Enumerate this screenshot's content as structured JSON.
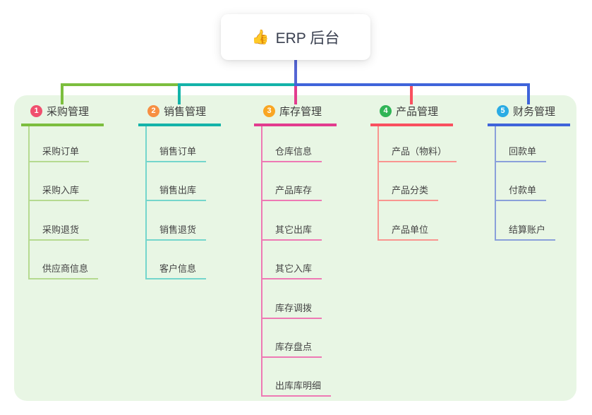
{
  "root": {
    "icon": "👍",
    "label": "ERP 后台"
  },
  "canvas": {
    "background": "#ffffff",
    "panel_color": "#e8f6e4",
    "trunk_color": "#5465d4"
  },
  "branches": [
    {
      "badge": "1",
      "label": "采购管理",
      "badge_color": "#f0506e",
      "line_color": "#7cbe3e",
      "child_line_color": "#b5da90",
      "children": [
        "采购订单",
        "采购入库",
        "采购退货",
        "供应商信息"
      ]
    },
    {
      "badge": "2",
      "label": "销售管理",
      "badge_color": "#f78f42",
      "line_color": "#14b3a9",
      "child_line_color": "#74d6cc",
      "children": [
        "销售订单",
        "销售出库",
        "销售退货",
        "客户信息"
      ]
    },
    {
      "badge": "3",
      "label": "库存管理",
      "badge_color": "#f9a623",
      "line_color": "#e23c8e",
      "child_line_color": "#ee79b4",
      "children": [
        "仓库信息",
        "产品库存",
        "其它出库",
        "其它入库",
        "库存调拨",
        "库存盘点",
        "出库库明细"
      ]
    },
    {
      "badge": "4",
      "label": "产品管理",
      "badge_color": "#30b556",
      "line_color": "#f9505f",
      "child_line_color": "#f99590",
      "children": [
        "产品（物料）",
        "产品分类",
        "产品单位"
      ]
    },
    {
      "badge": "5",
      "label": "财务管理",
      "badge_color": "#2aabe4",
      "line_color": "#3f64da",
      "child_line_color": "#8aa0da",
      "children": [
        "回款单",
        "付款单",
        "结算账户"
      ]
    }
  ]
}
